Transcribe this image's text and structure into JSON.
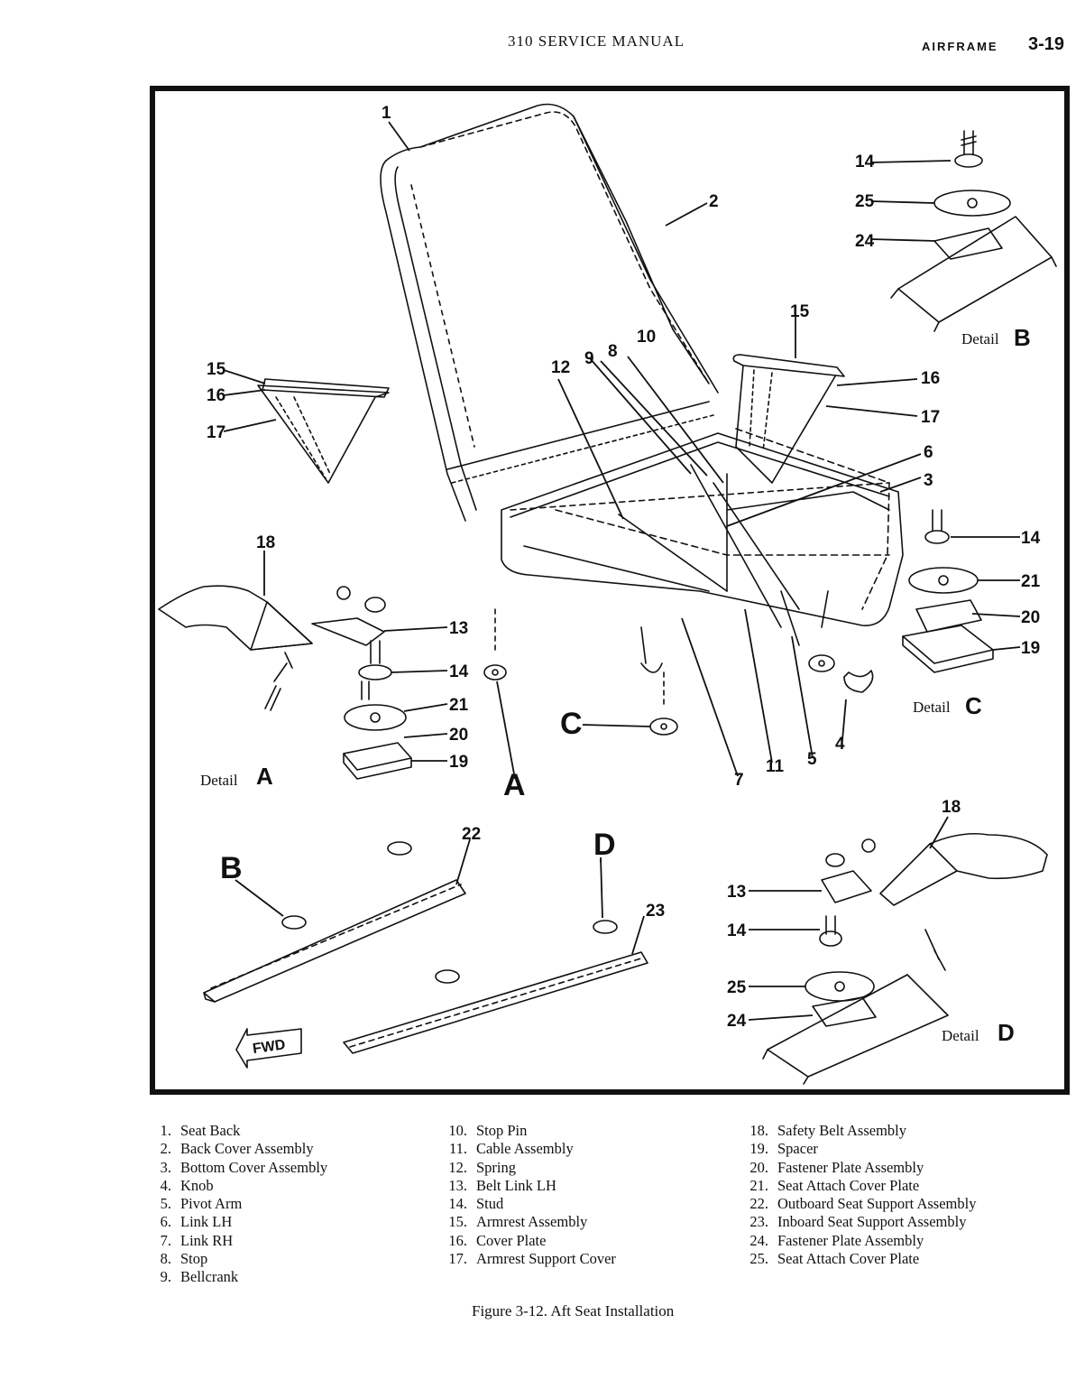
{
  "header": {
    "manual": "310 SERVICE MANUAL",
    "section": "AIRFRAME",
    "page": "3-19"
  },
  "callouts": {
    "c1": "1",
    "c2": "2",
    "c3": "3",
    "c4": "4",
    "c5": "5",
    "c6": "6",
    "c7": "7",
    "c8": "8",
    "c9": "9",
    "c10": "10",
    "c11": "11",
    "c12": "12",
    "c15a": "15",
    "c16a": "16",
    "c17a": "17",
    "c15b": "15",
    "c16b": "16",
    "c17b": "17",
    "c14b": "14",
    "c25b": "25",
    "c24b": "24",
    "c14c": "14",
    "c21c": "21",
    "c20c": "20",
    "c19c": "19",
    "c18a": "18",
    "c13a": "13",
    "c14a": "14",
    "c21a": "21",
    "c20a": "20",
    "c19a": "19",
    "c22": "22",
    "c23": "23",
    "c18d": "18",
    "c13d": "13",
    "c14d": "14",
    "c25d": "25",
    "c24d": "24"
  },
  "details": {
    "detail_word": "Detail",
    "a": "A",
    "b": "B",
    "c": "C",
    "d": "D"
  },
  "locators": {
    "a": "A",
    "b": "B",
    "c": "C",
    "d": "D"
  },
  "fwd_label": "FWD",
  "legend": {
    "col1": [
      {
        "num": "1.",
        "name": "Seat Back"
      },
      {
        "num": "2.",
        "name": "Back Cover Assembly"
      },
      {
        "num": "3.",
        "name": "Bottom Cover Assembly"
      },
      {
        "num": "4.",
        "name": "Knob"
      },
      {
        "num": "5.",
        "name": "Pivot Arm"
      },
      {
        "num": "6.",
        "name": "Link LH"
      },
      {
        "num": "7.",
        "name": "Link RH"
      },
      {
        "num": "8.",
        "name": "Stop"
      },
      {
        "num": "9.",
        "name": "Bellcrank"
      }
    ],
    "col2": [
      {
        "num": "10.",
        "name": "Stop Pin"
      },
      {
        "num": "11.",
        "name": "Cable Assembly"
      },
      {
        "num": "12.",
        "name": "Spring"
      },
      {
        "num": "13.",
        "name": "Belt Link LH"
      },
      {
        "num": "14.",
        "name": "Stud"
      },
      {
        "num": "15.",
        "name": "Armrest Assembly"
      },
      {
        "num": "16.",
        "name": "Cover Plate"
      },
      {
        "num": "17.",
        "name": "Armrest Support Cover"
      }
    ],
    "col3": [
      {
        "num": "18.",
        "name": "Safety Belt Assembly"
      },
      {
        "num": "19.",
        "name": "Spacer"
      },
      {
        "num": "20.",
        "name": "Fastener Plate Assembly"
      },
      {
        "num": "21.",
        "name": "Seat Attach Cover Plate"
      },
      {
        "num": "22.",
        "name": "Outboard Seat Support Assembly"
      },
      {
        "num": "23.",
        "name": "Inboard Seat Support Assembly"
      },
      {
        "num": "24.",
        "name": "Fastener Plate Assembly"
      },
      {
        "num": "25.",
        "name": "Seat Attach Cover Plate"
      }
    ]
  },
  "caption": "Figure 3-12.  Aft Seat Installation"
}
